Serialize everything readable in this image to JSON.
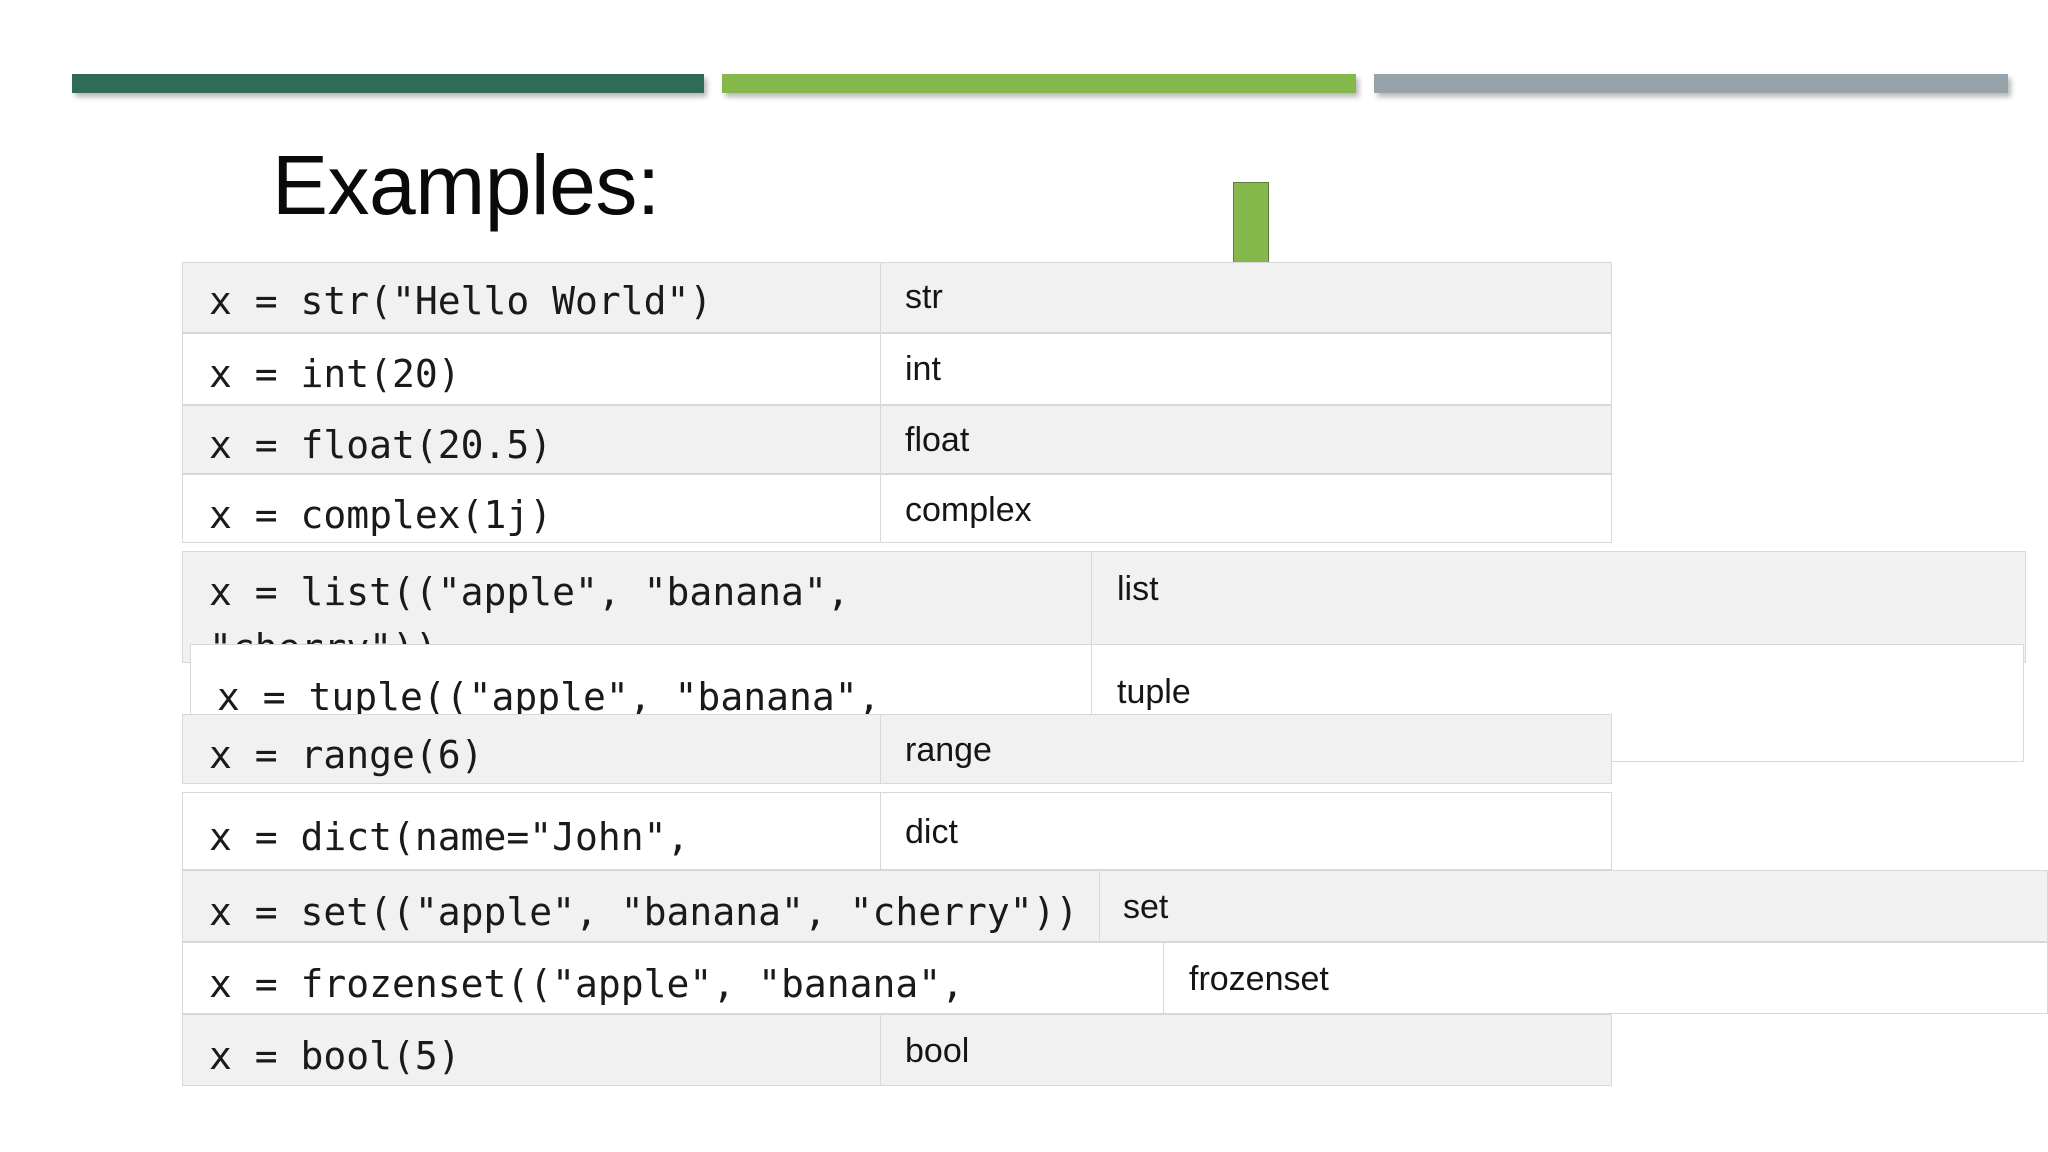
{
  "slide": {
    "title": "Examples:",
    "accent_colors": {
      "dark_green": "#2F6B55",
      "light_green": "#85B84A",
      "gray_blue": "#97A3AB"
    },
    "row_shade": "#f1f1f1",
    "row_plain": "#ffffff",
    "border": "#d8d8d8"
  },
  "table": {
    "rows": [
      {
        "code": "x = str(\"Hello World\")",
        "type": "str"
      },
      {
        "code": "x = int(20)",
        "type": "int"
      },
      {
        "code": "x = float(20.5)",
        "type": "float"
      },
      {
        "code": "x = complex(1j)",
        "type": "complex"
      },
      {
        "code": "x = list((\"apple\", \"banana\",\n\"cherry\"))",
        "type": "list"
      },
      {
        "code": "x = tuple((\"apple\", \"banana\",",
        "type": "tuple"
      },
      {
        "code": "x = range(6)",
        "type": "range"
      },
      {
        "code": "x = dict(name=\"John\",",
        "type": "dict"
      },
      {
        "code": "x = set((\"apple\", \"banana\", \"cherry\"))",
        "type": "set"
      },
      {
        "code": "x = frozenset((\"apple\", \"banana\",",
        "type": "frozenset"
      },
      {
        "code": "x = bool(5)",
        "type": "bool"
      }
    ]
  }
}
